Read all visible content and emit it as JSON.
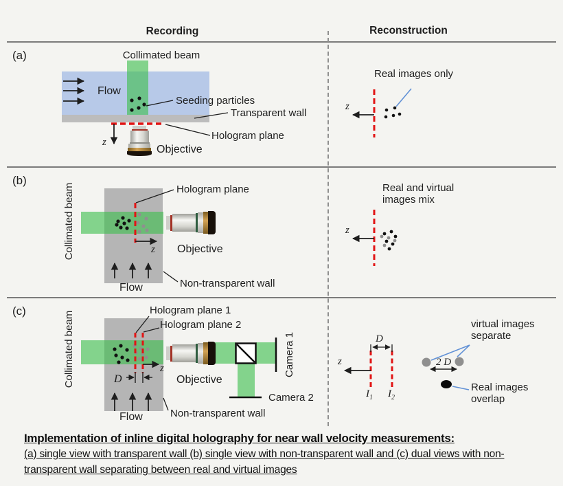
{
  "header": {
    "recording": "Recording",
    "reconstruction": "Reconstruction"
  },
  "panels": {
    "a": {
      "tag": "(a)",
      "collimated_beam": "Collimated beam",
      "flow": "Flow",
      "seeding_particles": "Seeding particles",
      "transparent_wall": "Transparent wall",
      "hologram_plane": "Hologram plane",
      "objective": "Objective",
      "z": "z",
      "recon_label": "Real images only"
    },
    "b": {
      "tag": "(b)",
      "collimated_beam": "Collimated beam",
      "hologram_plane": "Hologram plane",
      "objective": "Objective",
      "flow": "Flow",
      "non_transparent_wall": "Non-transparent wall",
      "z": "z",
      "recon_line1": "Real and virtual",
      "recon_line2": "images mix"
    },
    "c": {
      "tag": "(c)",
      "collimated_beam": "Collimated beam",
      "hologram_plane_1": "Hologram plane 1",
      "hologram_plane_2": "Hologram plane 2",
      "objective": "Objective",
      "camera_1": "Camera 1",
      "camera_2": "Camera 2",
      "flow": "Flow",
      "non_transparent_wall": "Non-transparent wall",
      "z": "z",
      "D": "D",
      "two_D": "2 D",
      "I1_base": "I",
      "I1_sub": "1",
      "I2_base": "I",
      "I2_sub": "2",
      "virtual_line1": "virtual images",
      "virtual_line2": "separate",
      "real_line1": "Real images",
      "real_line2": "overlap"
    }
  },
  "caption": {
    "line1": "Implementation of inline digital holography for near wall velocity measurements:",
    "line2": "(a) single view with transparent wall (b) single view with non-transparent wall and (c) dual views with non-",
    "line3": "transparent wall separating between real and virtual images"
  },
  "colors": {
    "beam_green": "#89d891",
    "channel_blue": "#b7c9e8",
    "wall_gray": "#b5b5b5",
    "hologram_red": "#e11414",
    "leader_blue": "#6191d6",
    "divider_gray": "#8f8f8f"
  }
}
